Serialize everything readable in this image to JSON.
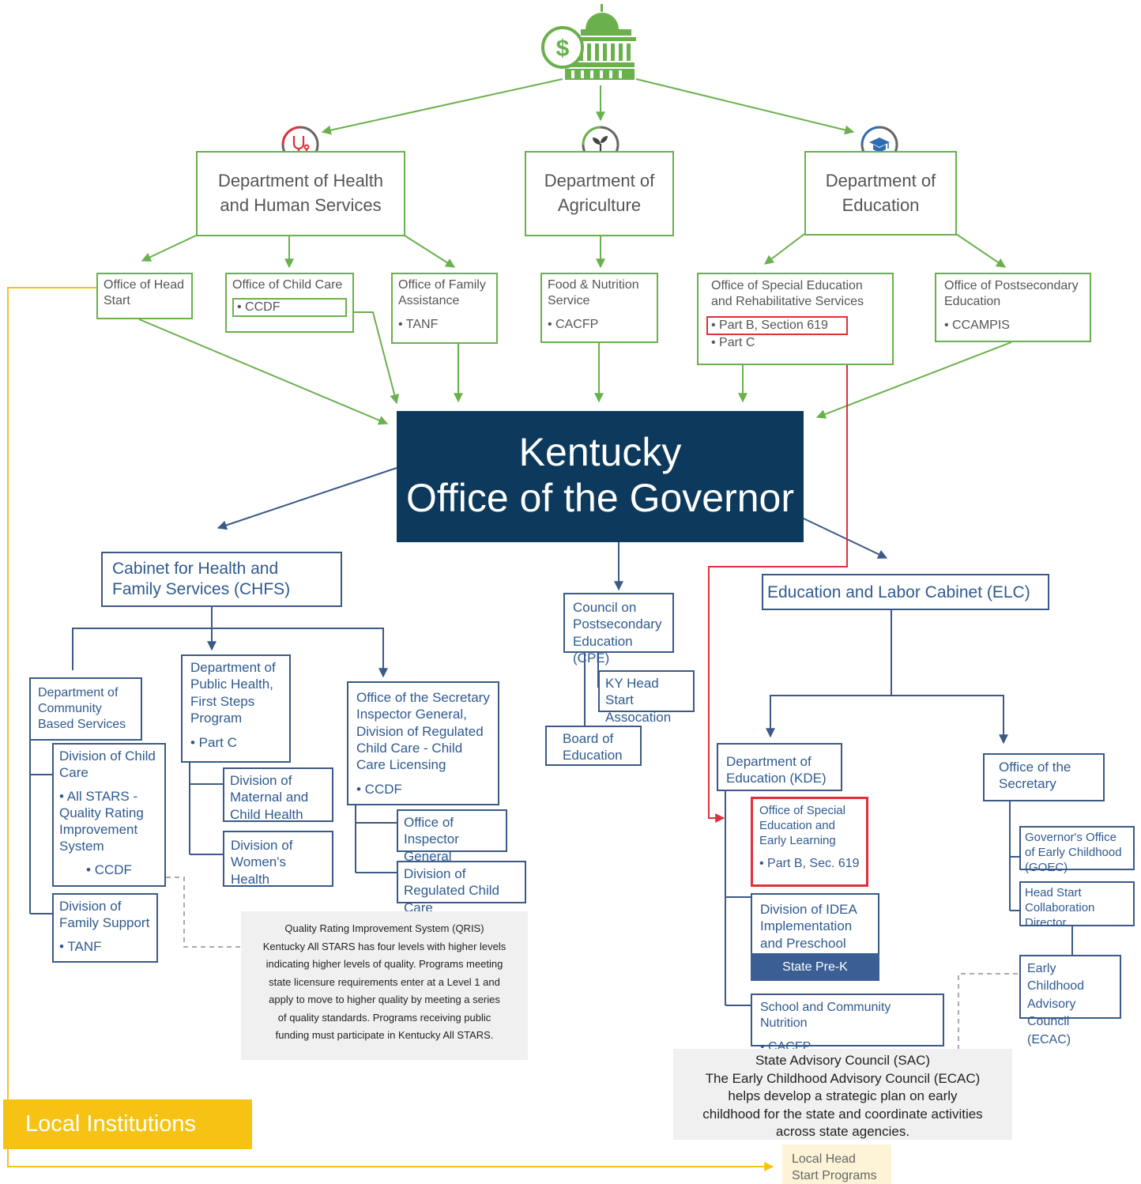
{
  "top": {
    "dhhs": "Department of Health and Human Services",
    "agri": "Department of Agriculture",
    "edu": "Department of Education"
  },
  "federal": {
    "ohs": "Office of Head Start",
    "occ": "Office of Child Care",
    "occ_bullet": "• CCDF",
    "ofa": "Office of Family Assistance",
    "ofa_bullet": "• TANF",
    "fns": "Food & Nutrition Service",
    "fns_bullet": "• CACFP",
    "osers": "Office of Special Education and Rehabilitative Services",
    "osers_b1": "• Part B, Section 619",
    "osers_b2": "• Part C",
    "ope": "Office of Postsecondary Education",
    "ope_bullet": "• CCAMPIS"
  },
  "governor": {
    "line1": "Kentucky",
    "line2": "Office of the Governor"
  },
  "chfs": {
    "title": "Cabinet for Health and Family Services (CHFS)",
    "dcbs": "Department of Community Based Services",
    "dcc": "Division of Child Care",
    "dcc_b1": "• All STARS - Quality Rating Improvement System",
    "dcc_b2": "• CCDF",
    "dfs": "Division of Family Support",
    "dfs_b": "• TANF",
    "dph": "Department of Public Health, First Steps Program",
    "dph_b": "• Part C",
    "mch": "Division of Maternal and Child Health",
    "wh": "Division of Women's Health",
    "osig": "Office of the Secretary Inspector General, Division of Regulated Child Care - Child Care Licensing",
    "osig_b": "• CCDF",
    "oig": "Office of Inspector General",
    "drcc": "Division of Regulated Child Care"
  },
  "cpe": {
    "title": "Council on Postsecondary Education (CPE)",
    "khsa": "KY Head Start Assocation",
    "boe": "Board of Education"
  },
  "elc": {
    "title": "Education and Labor Cabinet (ELC)",
    "kde": "Department of Education (KDE)",
    "osel": "Office of Special Education and Early Learning",
    "osel_b": "• Part B, Sec. 619",
    "idea": "Division of IDEA Implementation and Preschool",
    "prek": "State Pre-K",
    "scn": "School and Community Nutrition",
    "scn_b": "• CACFP",
    "sec": "Office of the Secretary",
    "goec": "Governor's Office of Early Childhood (GOEC)",
    "hsc": "Head Start Collaboration Director",
    "ecac": "Early Childhood Advisory Council",
    "ecac2": "(ECAC)"
  },
  "qris_note": [
    "Quality Rating Improvement System (QRIS)",
    "Kentucky All STARS has four levels with higher levels",
    "indicating higher levels of quality. Programs meeting",
    "state licensure requirements enter at a Level 1 and",
    "apply to move to higher quality by meeting a series",
    "of quality standards. Programs receiving public",
    "funding must participate in Kentucky All STARS."
  ],
  "sac_note": [
    "State Advisory Council (SAC)",
    "The  Early Childhood Advisory Council (ECAC)",
    "helps develop a strategic plan on early",
    "childhood for the state and coordinate activities",
    "across state agencies."
  ],
  "local": {
    "label": "Local Institutions",
    "lhs": "Local Head Start Programs"
  },
  "icons": [
    "capitol-dollar-icon",
    "stethoscope-icon",
    "sprout-icon",
    "graduation-cap-icon"
  ],
  "colors": {
    "green": "#6ab04c",
    "blue": "#3b5a85",
    "navy": "#0d3a5c",
    "red": "#e0303a",
    "yellow": "#f6c315"
  }
}
